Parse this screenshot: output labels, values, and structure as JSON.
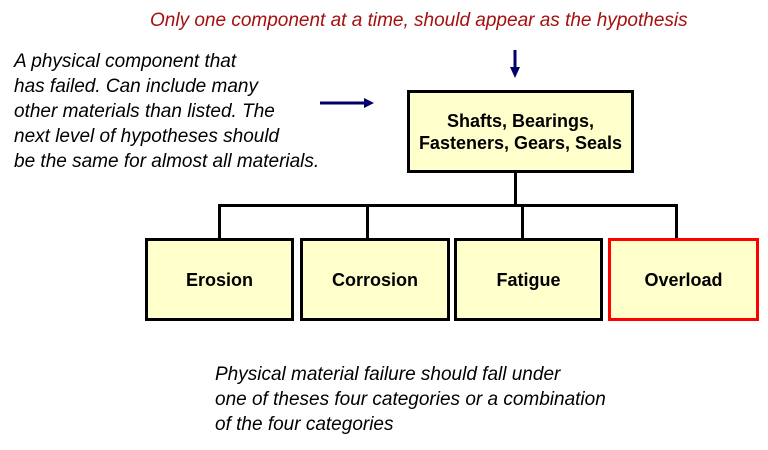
{
  "annotations": {
    "top_note": "Only one component at a time, should appear as the hypothesis",
    "left_note": [
      "A physical component that",
      "has failed. Can include many",
      "other materials than listed. The",
      "next level of hypotheses should",
      "be the same for almost all materials."
    ],
    "bottom_note": [
      "Physical material failure should fall under",
      "one of theses four categories or a combination",
      "of the four categories"
    ]
  },
  "root": {
    "lines": [
      "Shafts, Bearings,",
      "Fasteners, Gears, Seals"
    ]
  },
  "children": [
    {
      "label": "Erosion",
      "highlighted": false
    },
    {
      "label": "Corrosion",
      "highlighted": false
    },
    {
      "label": "Fatigue",
      "highlighted": false
    },
    {
      "label": "Overload",
      "highlighted": true
    }
  ],
  "colors": {
    "box_fill": "#ffffcc",
    "highlight_border": "#ff0000",
    "note_red": "#a50f0f",
    "arrow": "#000066"
  }
}
